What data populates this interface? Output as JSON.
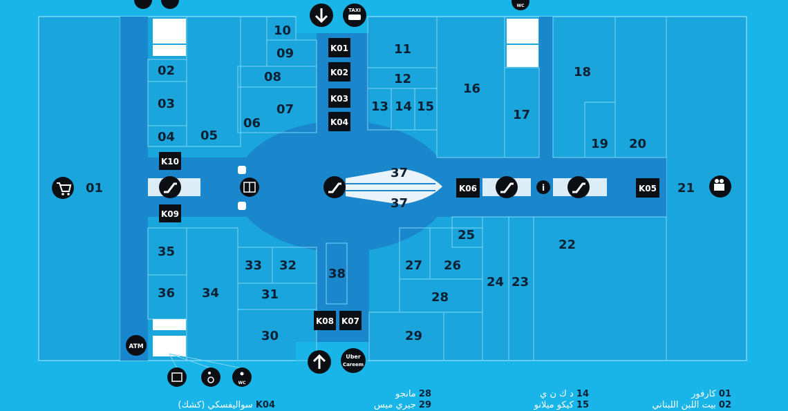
{
  "colors": {
    "background": "#19b4e8",
    "mall": "#1aa5dc",
    "corridor": "#1a86cc",
    "line": "#7fd6f5",
    "label": "#0b1f33",
    "kiosk": "#0b0f14"
  },
  "stores": {
    "s01": "01",
    "s02": "02",
    "s03": "03",
    "s04": "04",
    "s05": "05",
    "s06": "06",
    "s07": "07",
    "s08": "08",
    "s09": "09",
    "s10": "10",
    "s11": "11",
    "s12": "12",
    "s13": "13",
    "s14": "14",
    "s15": "15",
    "s16": "16",
    "s17": "17",
    "s18": "18",
    "s19": "19",
    "s20": "20",
    "s21": "21",
    "s22": "22",
    "s23": "23",
    "s24": "24",
    "s25": "25",
    "s26": "26",
    "s27": "27",
    "s28": "28",
    "s29": "29",
    "s30": "30",
    "s31": "31",
    "s32": "32",
    "s33": "33",
    "s34": "34",
    "s35": "35",
    "s36": "36",
    "s37a": "37",
    "s37b": "37",
    "s38": "38"
  },
  "kiosks": {
    "k01": "K01",
    "k02": "K02",
    "k03": "K03",
    "k04": "K04",
    "k05": "K05",
    "k06": "K06",
    "k07": "K07",
    "k08": "K08",
    "k09": "K09",
    "k10": "K10"
  },
  "icons": {
    "atm": "ATM",
    "taxi": "TAXI",
    "uber": "Uber",
    "careem": "Careem",
    "info": "i",
    "wc": "WC",
    "names": [
      "cart-icon",
      "cinema-icon",
      "escalator-icon",
      "elevator-icon",
      "wc-icon",
      "accessible-wc-icon",
      "taxi-icon",
      "entrance-arrow-icon",
      "info-icon",
      "atm-icon",
      "uber-careem-icon"
    ]
  },
  "legend": [
    {
      "num": "01",
      "name": "كارفور"
    },
    {
      "num": "02",
      "name": "بيت اللبن اللبناني"
    },
    {
      "num": "14",
      "name": "د ك ن ي"
    },
    {
      "num": "15",
      "name": "كيكو ميلانو"
    },
    {
      "num": "28",
      "name": "مانجو"
    },
    {
      "num": "29",
      "name": "جيري ميس"
    },
    {
      "num": "K04",
      "name": "سواليفسكي (كشك)"
    }
  ]
}
